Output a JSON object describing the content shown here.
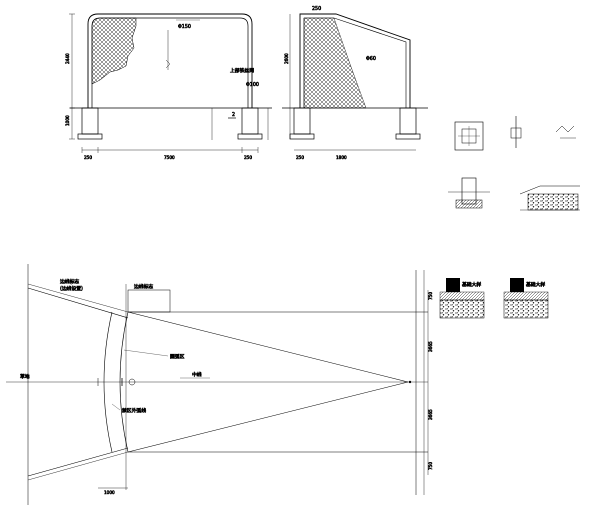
{
  "elevation": {
    "dim_width": "7500",
    "dim_left_post": "250",
    "dim_right_post": "250",
    "dim_height": "2440",
    "dim_base": "1000",
    "pipe_top": "Φ150",
    "pipe_mid": "Φ100",
    "net_note": "上部铁丝网",
    "sec_label": "2",
    "dim_side_total": "1800",
    "dim_side_base": "250",
    "side_pipe": "Φ60",
    "side_top": "2600"
  },
  "plan": {
    "label_boundary_top": "边线标志",
    "label_boundary_note": "(边线设置)",
    "label_arc": "圆弧区",
    "label_center": "中线",
    "label_penalty": "禁区外弧线",
    "label_field_left": "草地",
    "dim_top_margin": "750",
    "dim_upper": "3665",
    "dim_lower": "3665",
    "dim_bottom_margin": "750",
    "dim_arc_offset": "1000"
  },
  "details": {
    "title_a": "基础大样",
    "title_b": "基础大样"
  }
}
